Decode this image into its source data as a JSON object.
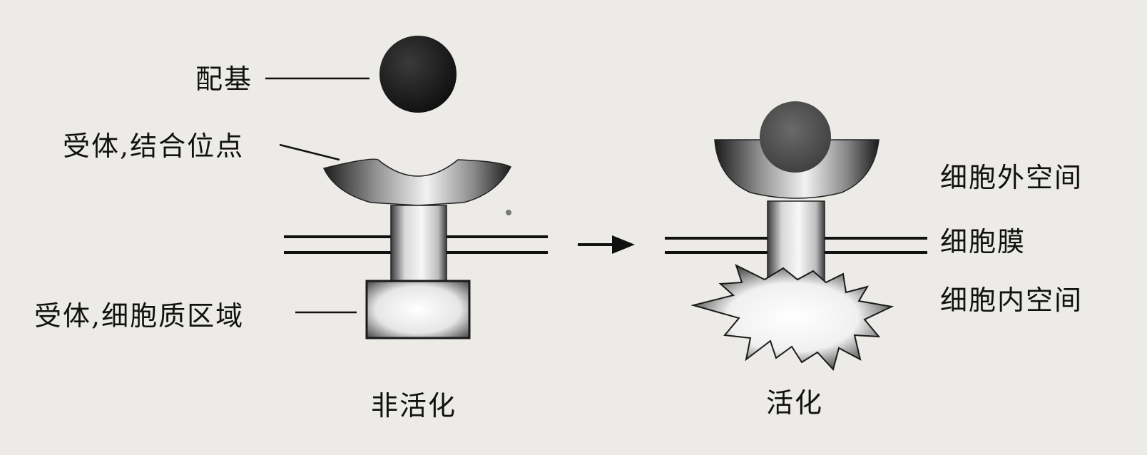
{
  "labels": {
    "ligand": "配基",
    "binding_site": "受体,结合位点",
    "cytoplasmic_region": "受体,细胞质区域",
    "extracellular_space": "细胞外空间",
    "cell_membrane": "细胞膜",
    "intracellular_space": "细胞内空间"
  },
  "states": {
    "inactive": "非活化",
    "active": "活化"
  },
  "colors": {
    "background": "#ecebe8",
    "ink": "#111111",
    "ligand_dark": "#1a1a1a",
    "ligand_bound": "#555555"
  }
}
